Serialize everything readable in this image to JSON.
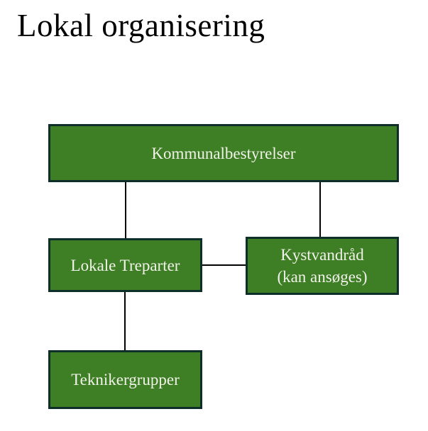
{
  "page": {
    "title": "Lokal organisering"
  },
  "colors": {
    "page_background": "#ffffff",
    "title_text": "#000000",
    "box_fill": "#3e7e24",
    "box_border": "#0e2e29",
    "box_text": "#f1f2ea",
    "connector": "#000000"
  },
  "diagram": {
    "nodes": [
      {
        "id": "kommunalbestyrelser",
        "label": "Kommunalbestyrelser"
      },
      {
        "id": "lokale-treparter",
        "label": "Lokale Treparter"
      },
      {
        "id": "kystvandraad",
        "label": "Kystvandråd",
        "label_line2": "(kan ansøges)"
      },
      {
        "id": "teknikergrupper",
        "label": "Teknikergrupper"
      }
    ],
    "edges": [
      {
        "from": "kommunalbestyrelser",
        "to": "lokale-treparter"
      },
      {
        "from": "kommunalbestyrelser",
        "to": "kystvandraad"
      },
      {
        "from": "lokale-treparter",
        "to": "kystvandraad"
      },
      {
        "from": "lokale-treparter",
        "to": "teknikergrupper"
      }
    ]
  }
}
